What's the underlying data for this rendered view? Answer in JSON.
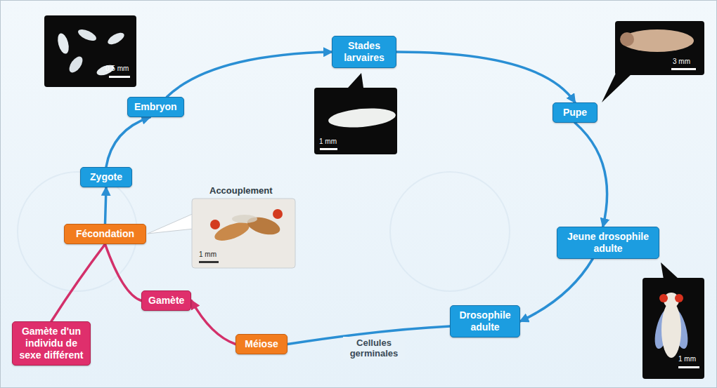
{
  "diagram": {
    "nodes": [
      {
        "text": [
          "Embryon"
        ]
      },
      {
        "text": [
          "Stades larvaires"
        ]
      },
      {
        "text": [
          "Pupe"
        ]
      },
      {
        "text": [
          "Jeune drosophile adulte"
        ]
      },
      {
        "text": [
          "Drosophile adulte"
        ]
      },
      {
        "text": [
          "Méiose"
        ]
      },
      {
        "text": [
          "Gamète"
        ]
      },
      {
        "text": [
          "Fécondation"
        ]
      },
      {
        "text": [
          "Zygote"
        ]
      },
      {
        "text": [
          "Gamète d'un individu de sexe différent"
        ]
      }
    ],
    "edges": [
      {
        "from": 0,
        "to": 1,
        "arrow": "to"
      },
      {
        "from": 1,
        "to": 2,
        "arrow": "to"
      },
      {
        "from": 2,
        "to": 3,
        "arrow": "to"
      },
      {
        "from": 3,
        "to": 4,
        "arrow": "to"
      },
      {
        "from": 4,
        "to": 5,
        "label": "Cellules germinales",
        "arrow": "none"
      },
      {
        "from": 5,
        "to": 6,
        "arrow": "to"
      },
      {
        "from": 6,
        "to": 7,
        "arrow": "none"
      },
      {
        "from": 9,
        "to": 7,
        "arrow": "none"
      },
      {
        "from": 7,
        "to": 8,
        "arrow": "to"
      },
      {
        "from": 8,
        "to": 0,
        "arrow": "to"
      }
    ],
    "labels": [
      "0,5 mm",
      "1 mm",
      "3 mm",
      "Accouplement",
      "1 mm",
      "1 mm"
    ]
  }
}
